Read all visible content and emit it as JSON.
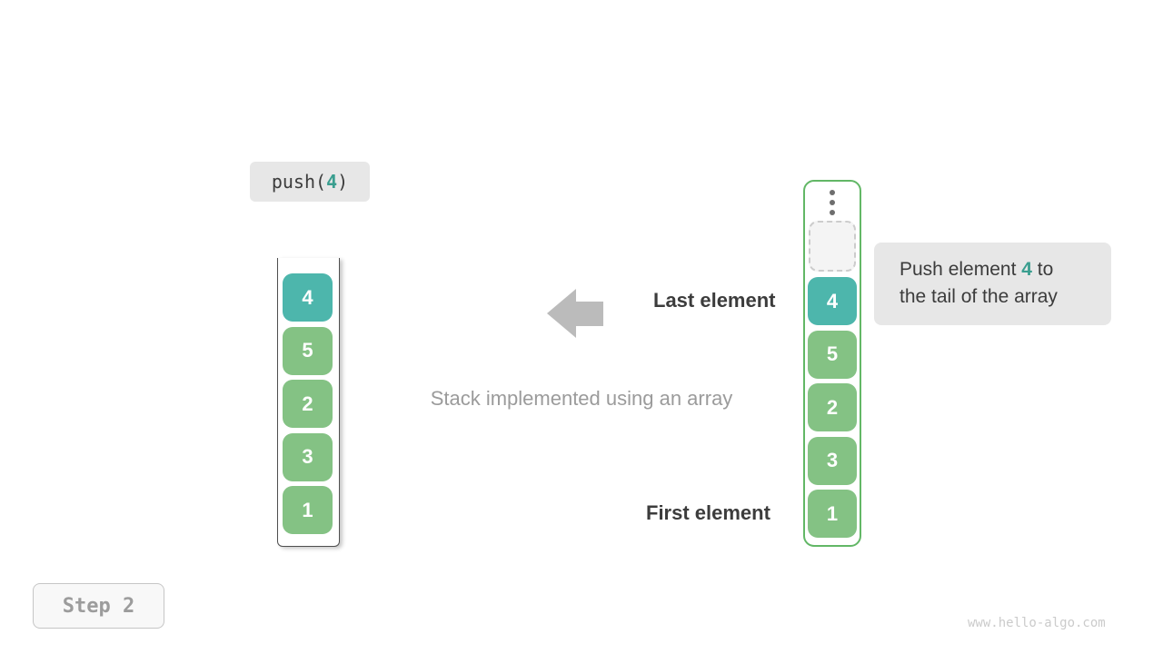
{
  "colors": {
    "teal": "#4db6ac",
    "teal_text": "#3a9e8f",
    "green": "#84c284",
    "container_green": "#62b766",
    "dark_text": "#3c3c3c",
    "gray_text": "#9b9b9b",
    "arrow_gray": "#bbbbbb",
    "label_bg": "#e7e7e7",
    "step_bg": "#f8f8f8",
    "step_border": "#c5c5c5",
    "step_text": "#9c9c9c",
    "watermark_text": "#cbcbcb",
    "left_container_border": "#4f4f4f",
    "dashed_border": "#cccccc",
    "dashed_bg": "#f4f4f4",
    "dots": "#6e6e6e",
    "value_text": "#ffffff"
  },
  "push_label": {
    "prefix": "push(",
    "value": "4",
    "suffix": ")"
  },
  "left_stack": {
    "items": [
      {
        "value": "4",
        "highlight": true
      },
      {
        "value": "5",
        "highlight": false
      },
      {
        "value": "2",
        "highlight": false
      },
      {
        "value": "3",
        "highlight": false
      },
      {
        "value": "1",
        "highlight": false
      }
    ]
  },
  "right_stack": {
    "ellipsis_icon": "vertical-ellipsis",
    "empty_slot": "dashed-placeholder",
    "items": [
      {
        "value": "4",
        "highlight": true
      },
      {
        "value": "5",
        "highlight": false
      },
      {
        "value": "2",
        "highlight": false
      },
      {
        "value": "3",
        "highlight": false
      },
      {
        "value": "1",
        "highlight": false
      }
    ]
  },
  "annotations": {
    "last_element": "Last element",
    "caption": "Stack implemented using an array",
    "first_element": "First element"
  },
  "callout": {
    "line1_prefix": "Push element ",
    "value": "4",
    "line1_suffix": " to",
    "line2": "the tail of the array"
  },
  "step_label": "Step 2",
  "watermark": "www.hello-algo.com"
}
